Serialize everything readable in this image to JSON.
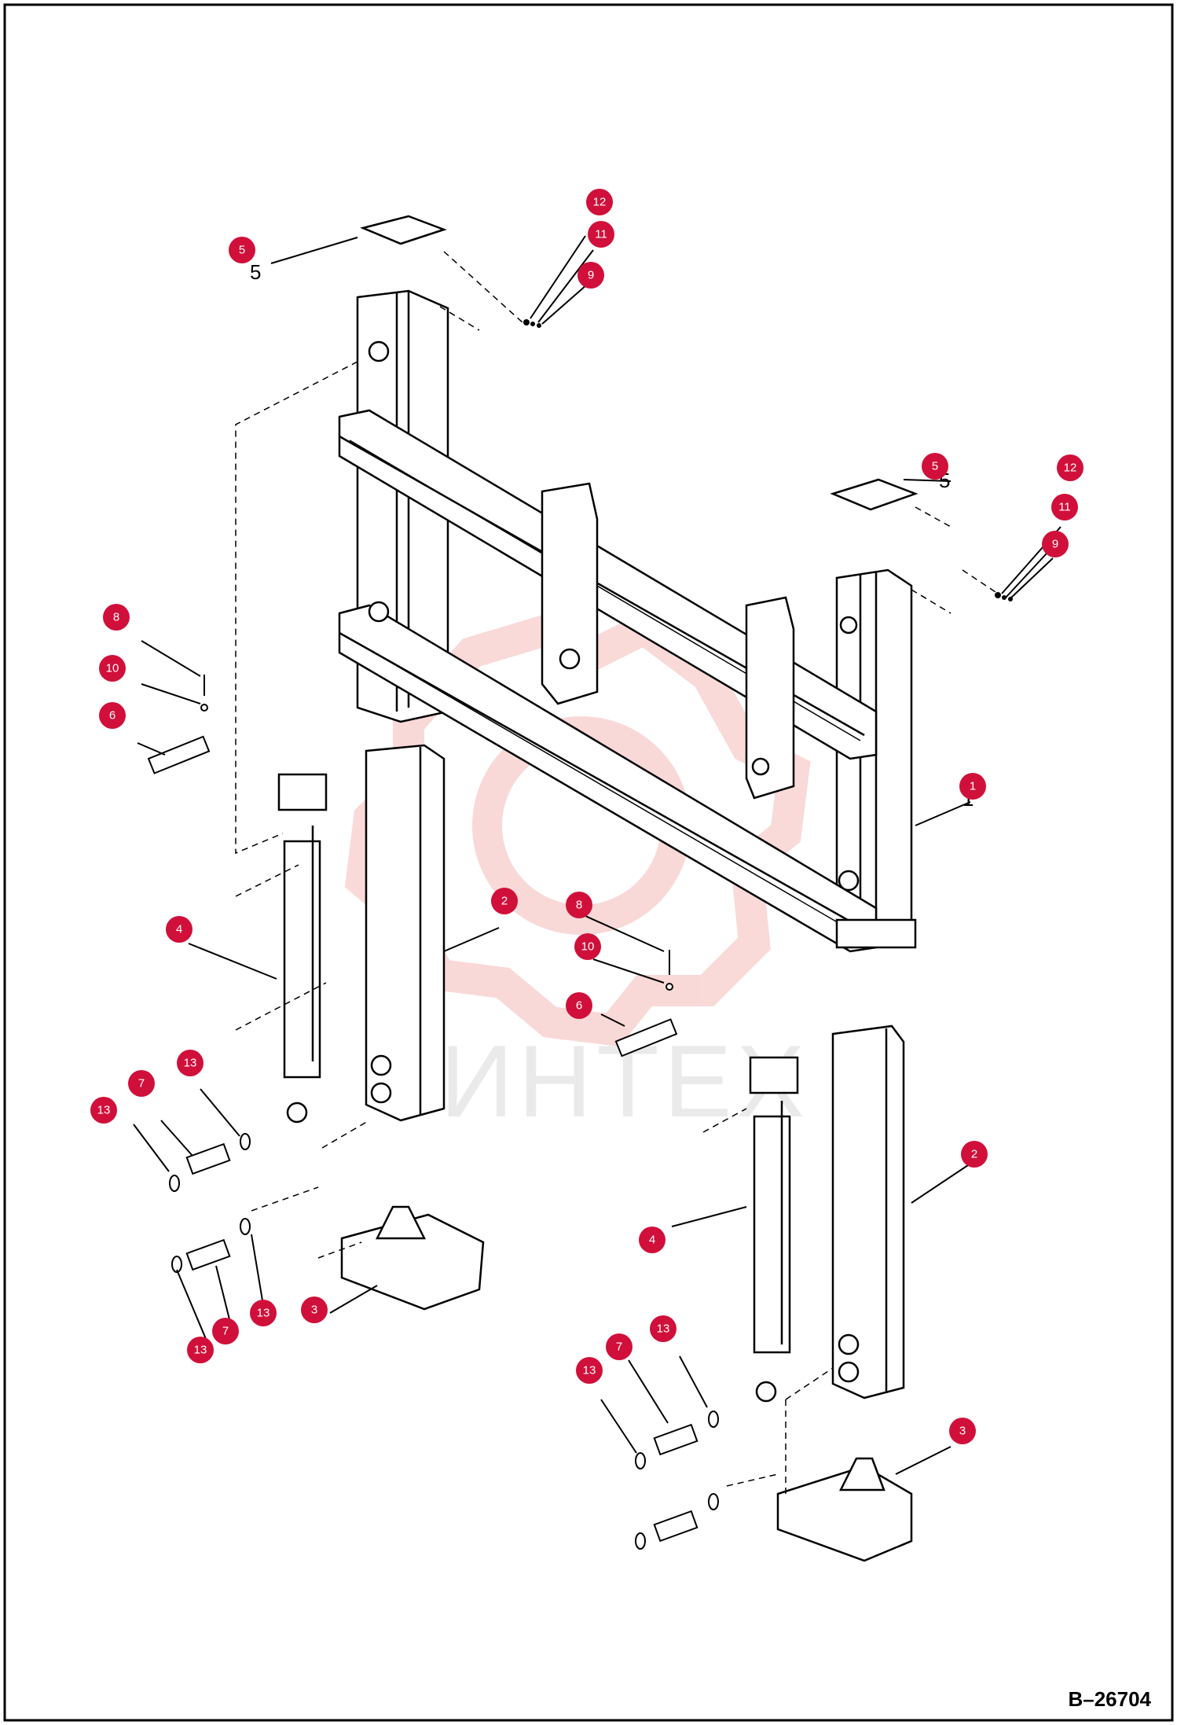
{
  "drawing_id": "B–26704",
  "watermark": {
    "text": "ИНТЕХ",
    "color": "#f5b9b9"
  },
  "callout_color": "#d0103a",
  "callouts": [
    {
      "label": "12"
    },
    {
      "label": "11"
    },
    {
      "label": "9"
    },
    {
      "label": "5"
    },
    {
      "label": "5"
    },
    {
      "label": "12"
    },
    {
      "label": "11"
    },
    {
      "label": "9"
    },
    {
      "label": "8"
    },
    {
      "label": "10"
    },
    {
      "label": "6"
    },
    {
      "label": "1"
    },
    {
      "label": "4"
    },
    {
      "label": "2"
    },
    {
      "label": "8"
    },
    {
      "label": "10"
    },
    {
      "label": "6"
    },
    {
      "label": "13"
    },
    {
      "label": "7"
    },
    {
      "label": "13"
    },
    {
      "label": "2"
    },
    {
      "label": "4"
    },
    {
      "label": "3"
    },
    {
      "label": "13"
    },
    {
      "label": "7"
    },
    {
      "label": "13"
    },
    {
      "label": "13"
    },
    {
      "label": "7"
    },
    {
      "label": "13"
    },
    {
      "label": "3"
    }
  ]
}
